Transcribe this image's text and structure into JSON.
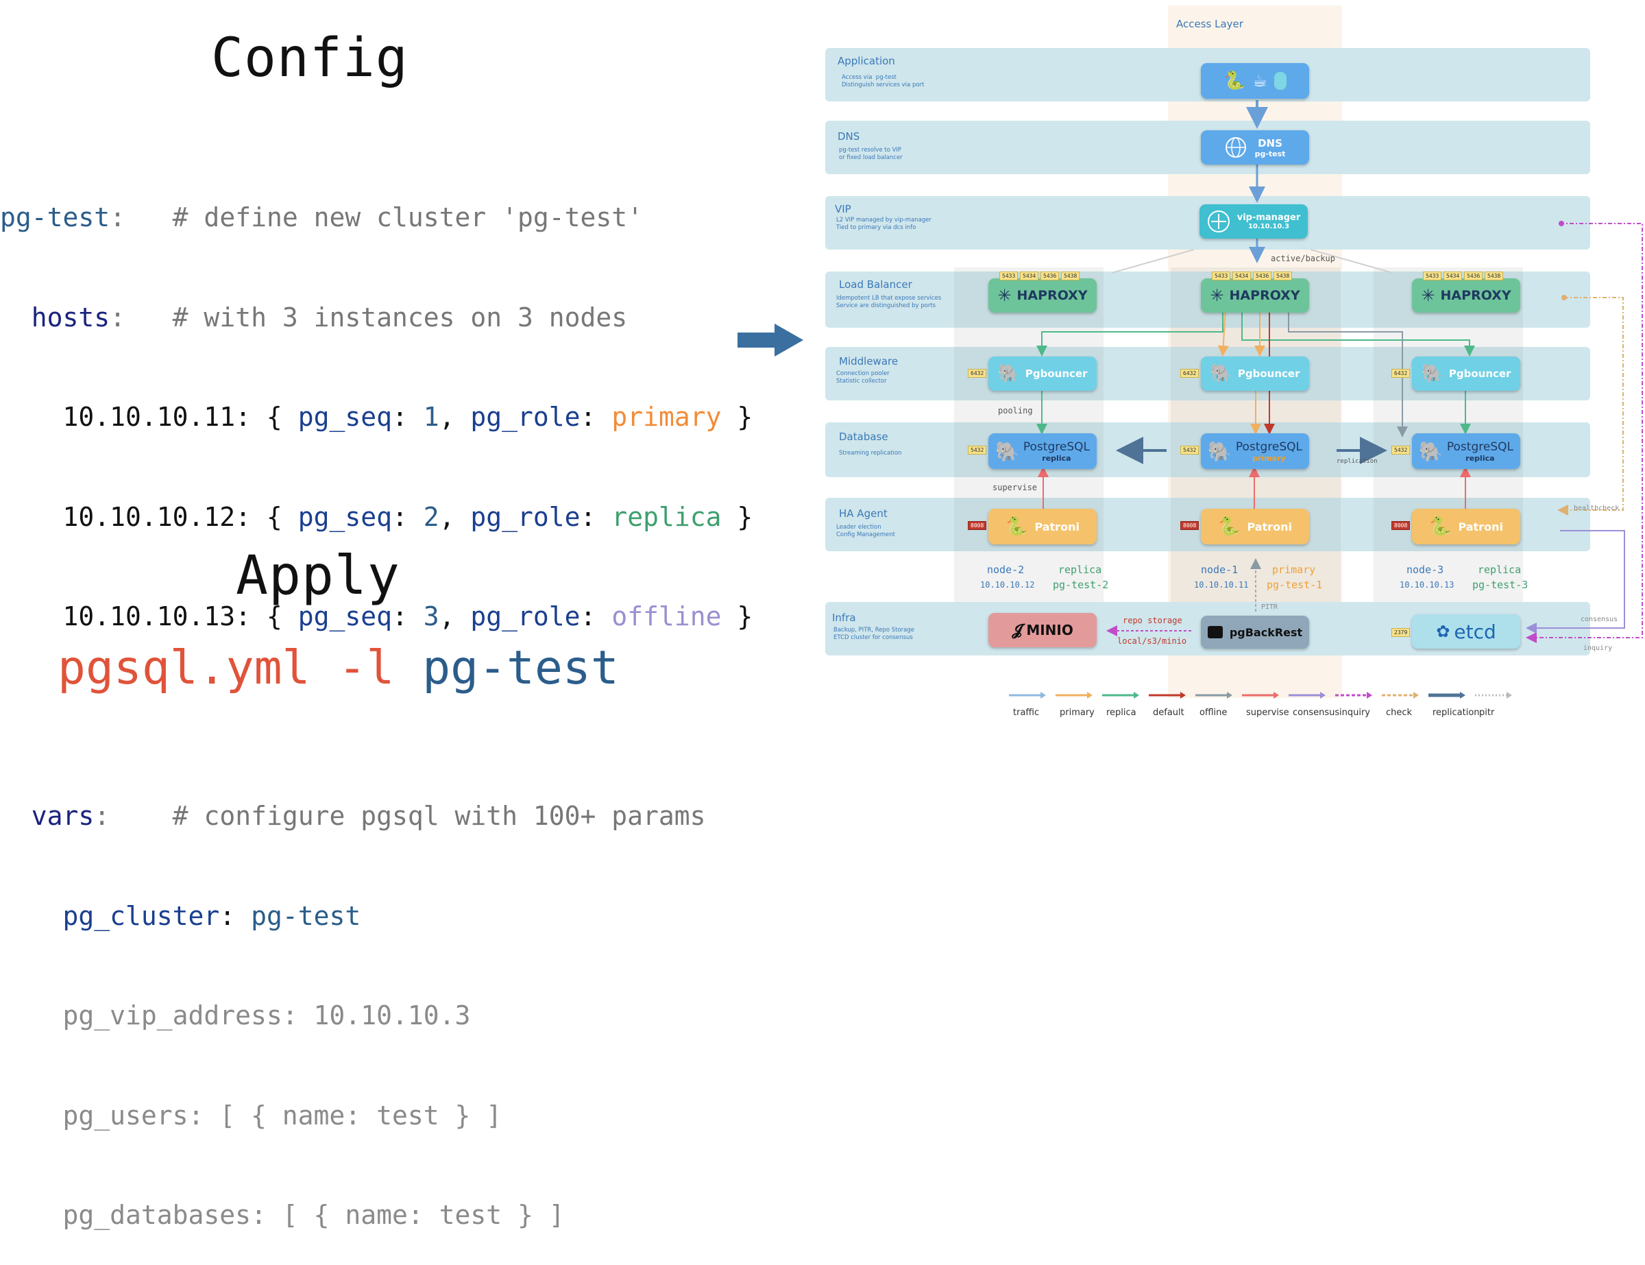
{
  "left": {
    "config_title": "Config",
    "apply_title": "Apply",
    "code": {
      "l1_key": "pg-test",
      "l1_colon": ":",
      "l1_comment": "   # define new cluster 'pg-test'",
      "l2_key": "  hosts",
      "l2_colon": ":",
      "l2_comment": "   # with 3 instances on 3 nodes",
      "hosts": [
        {
          "ip": "    10.10.10.11",
          "seq": "1",
          "role": "primary"
        },
        {
          "ip": "    10.10.10.12",
          "seq": "2",
          "role": "replica"
        },
        {
          "ip": "    10.10.10.13",
          "seq": "3",
          "role": "offline"
        }
      ],
      "vars_key": "  vars",
      "vars_colon": ":",
      "vars_comment": "    # configure pgsql with 100+ params",
      "cluster_key": "    pg_cluster",
      "cluster_val": "pg-test",
      "vip_line": "    pg_vip_address: 10.10.10.3",
      "users_line": "    pg_users: [ { name: test } ]",
      "db_line": "    pg_databases: [ { name: test } ]",
      "seq_label": "pg_seq",
      "role_label": "pg_role"
    },
    "command_part1": "pgsql.yml -l ",
    "command_part2": "pg-test"
  },
  "diagram": {
    "access_layer": "Access Layer",
    "bands": [
      {
        "title": "Application",
        "desc": "Access via  pg-test\nDistinguish services via port"
      },
      {
        "title": "DNS",
        "desc": "pg-test resolve to VIP\nor fixed load balancer"
      },
      {
        "title": "VIP",
        "desc": "L2 VIP managed by vip-manager\nTied to primary via dcs info"
      },
      {
        "title": "Load Balancer",
        "desc": "Idempotent LB that expose services\nService are distinguished by ports"
      },
      {
        "title": "Middleware",
        "desc": "Connection pooler\nStatistic collector"
      },
      {
        "title": "Database",
        "desc": "Streaming replication"
      },
      {
        "title": "HA Agent",
        "desc": "Leader election\nConfig Management"
      },
      {
        "title": "Infra",
        "desc": "Backup, PITR, Repo Storage\nETCD cluster for consensus"
      }
    ],
    "dns_label": "DNS",
    "dns_sub": "pg-test",
    "vip_label": "vip-manager",
    "vip_ip": "10.10.10.3",
    "haproxy": "HAPROXY",
    "haproxy_prefix": "HA",
    "haproxy_ports": [
      "5433",
      "5434",
      "5436",
      "5438"
    ],
    "pgbouncer": "Pgbouncer",
    "pgbouncer_port": "6432",
    "postgres": "PostgreSQL",
    "postgres_port": "5432",
    "patroni": "Patroni",
    "patroni_port": "8008",
    "roles": {
      "primary": "primary",
      "replica": "replica"
    },
    "nodes": [
      {
        "name": "node-2",
        "ip": "10.10.10.12",
        "role": "replica",
        "ins": "pg-test-2"
      },
      {
        "name": "node-1",
        "ip": "10.10.10.11",
        "role": "primary",
        "ins": "pg-test-1"
      },
      {
        "name": "node-3",
        "ip": "10.10.10.13",
        "role": "replica",
        "ins": "pg-test-3"
      }
    ],
    "labels": {
      "active_backup": "active/backup",
      "pooling": "pooling",
      "supervise": "supervise",
      "replication": "replication",
      "pitr": "PITR",
      "repo_storage": "repo storage",
      "local_s3": "local/s3/minio",
      "healthcheck": "healthcheck",
      "consensus": "consensus",
      "inquiry": "inquiry"
    },
    "minio": "MINIO",
    "pgbackrest": "pgBackRest",
    "etcd": "etcd",
    "etcd_port": "2379",
    "legend": [
      "traffic",
      "primary",
      "replica",
      "default",
      "offline",
      "supervise",
      "consensus",
      "inquiry",
      "check",
      "replication",
      "pitr"
    ],
    "colors": {
      "traffic": "#8fb8e0",
      "primary": "#f0b060",
      "replica": "#4db88a",
      "default": "#c0392b",
      "offline": "#8a9aa5",
      "supervise": "#ec6b6b",
      "consensus": "#9b8fd8",
      "inquiry": "#c04cc8",
      "check": "#e0b070",
      "replication": "#4f7396",
      "pitr": "#bbbbbb"
    }
  }
}
